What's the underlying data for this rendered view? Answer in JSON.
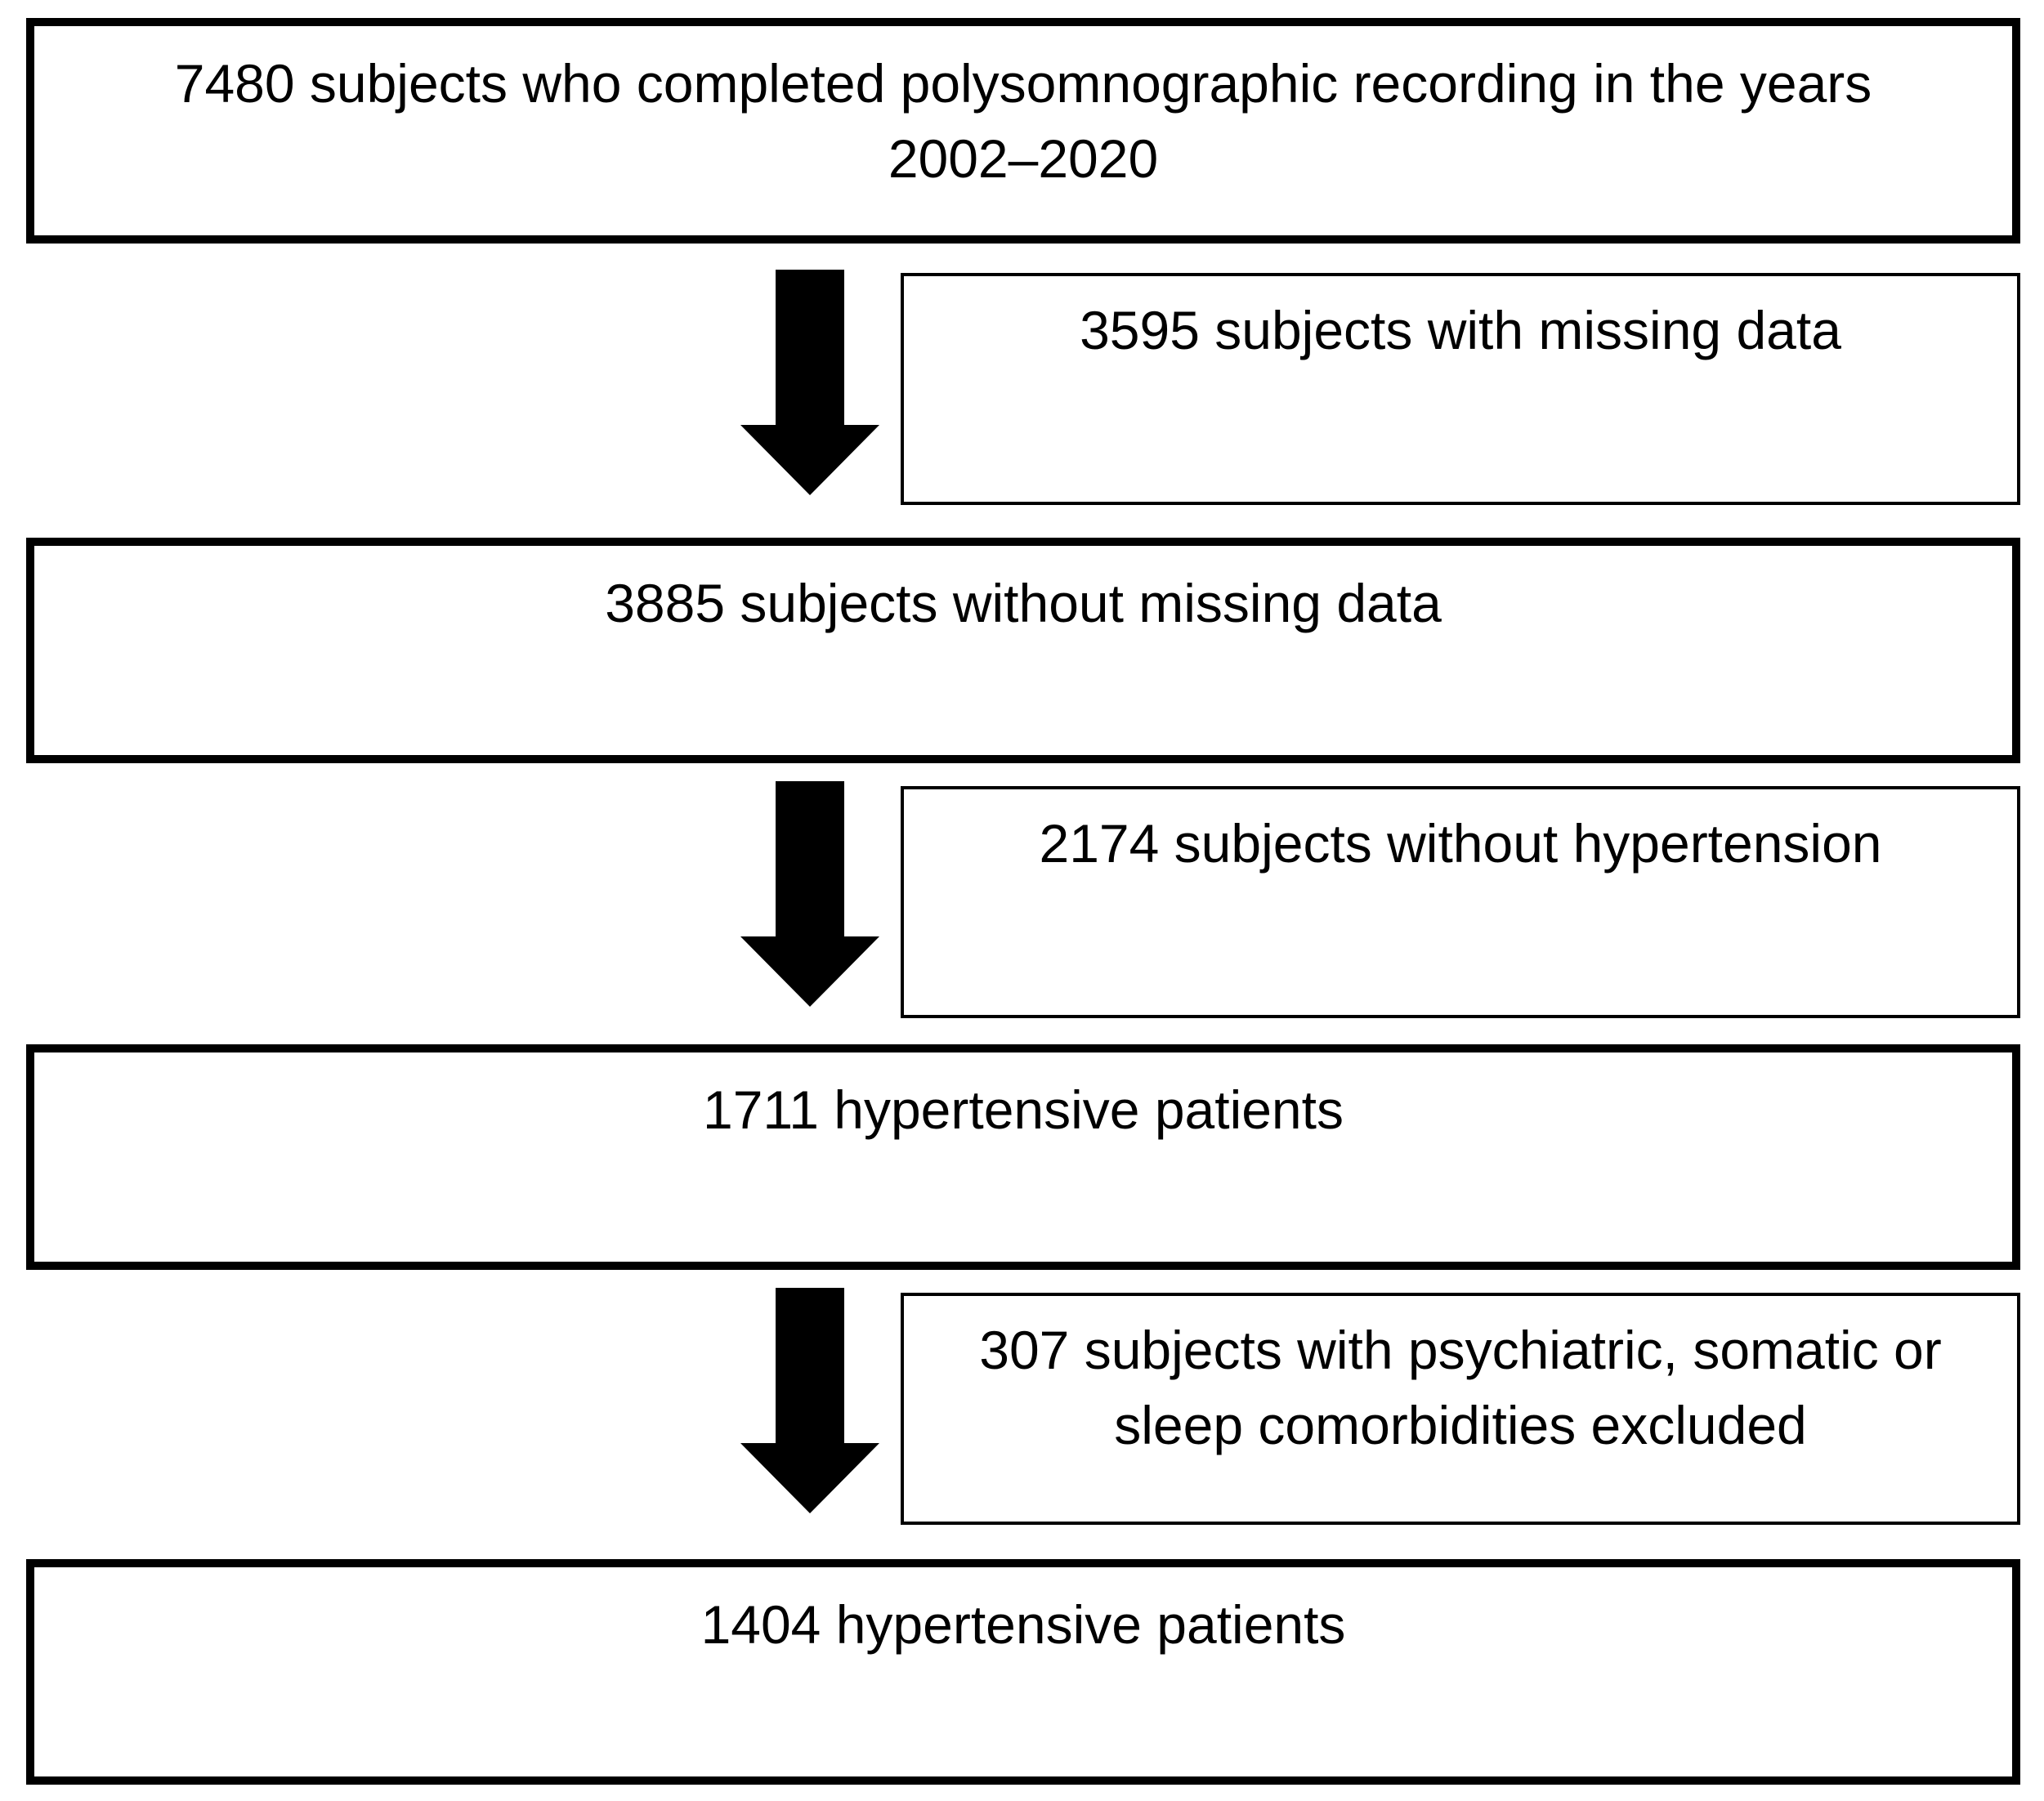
{
  "flowchart": {
    "steps": [
      {
        "line1": "7480 subjects who completed polysomnographic recording in the years",
        "line2": "2002–2020"
      },
      {
        "line1": "3885 subjects without missing data"
      },
      {
        "line1": "1711 hypertensive patients"
      },
      {
        "line1": "1404 hypertensive patients"
      }
    ],
    "exclusions": [
      {
        "line1": "3595 subjects with missing data"
      },
      {
        "line1": "2174 subjects without hypertension"
      },
      {
        "line1": "307 subjects with psychiatric, somatic or",
        "line2": "sleep comorbidities excluded"
      }
    ],
    "colors": {
      "border": "#000000",
      "arrow": "#000000",
      "background": "#ffffff"
    },
    "icons": {
      "flow_arrow": "arrow-down-icon"
    }
  }
}
